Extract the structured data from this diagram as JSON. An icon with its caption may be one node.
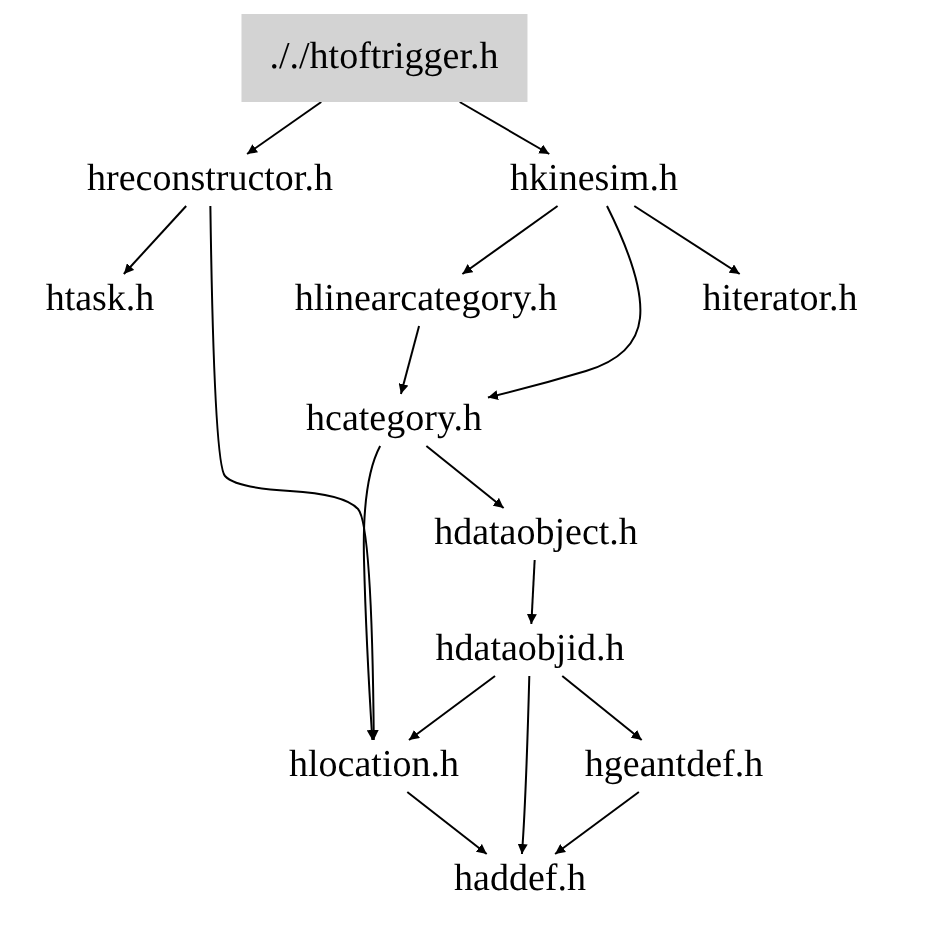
{
  "diagram": {
    "nodes": [
      {
        "text": [
          "././htoftrigger.h"
        ]
      },
      {
        "text": [
          "hreconstructor.h"
        ]
      },
      {
        "text": [
          "hkinesim.h"
        ]
      },
      {
        "text": [
          "htask.h"
        ]
      },
      {
        "text": [
          "hlinearcategory.h"
        ]
      },
      {
        "text": [
          "hiterator.h"
        ]
      },
      {
        "text": [
          "hcategory.h"
        ]
      },
      {
        "text": [
          "hdataobject.h"
        ]
      },
      {
        "text": [
          "hdataobjid.h"
        ]
      },
      {
        "text": [
          "hlocation.h"
        ]
      },
      {
        "text": [
          "hgeantdef.h"
        ]
      },
      {
        "text": [
          "haddef.h"
        ]
      }
    ],
    "edges": [
      {
        "from": 0,
        "to": 1,
        "arrow": "to"
      },
      {
        "from": 0,
        "to": 2,
        "arrow": "to"
      },
      {
        "from": 1,
        "to": 3,
        "arrow": "to"
      },
      {
        "from": 1,
        "to": 9,
        "arrow": "to"
      },
      {
        "from": 2,
        "to": 4,
        "arrow": "to"
      },
      {
        "from": 2,
        "to": 5,
        "arrow": "to"
      },
      {
        "from": 2,
        "to": 6,
        "arrow": "to"
      },
      {
        "from": 4,
        "to": 6,
        "arrow": "to"
      },
      {
        "from": 6,
        "to": 7,
        "arrow": "to"
      },
      {
        "from": 6,
        "to": 9,
        "arrow": "to"
      },
      {
        "from": 7,
        "to": 8,
        "arrow": "to"
      },
      {
        "from": 8,
        "to": 9,
        "arrow": "to"
      },
      {
        "from": 8,
        "to": 10,
        "arrow": "to"
      },
      {
        "from": 8,
        "to": 11,
        "arrow": "to"
      },
      {
        "from": 9,
        "to": 11,
        "arrow": "to"
      },
      {
        "from": 10,
        "to": 11,
        "arrow": "to"
      }
    ]
  }
}
